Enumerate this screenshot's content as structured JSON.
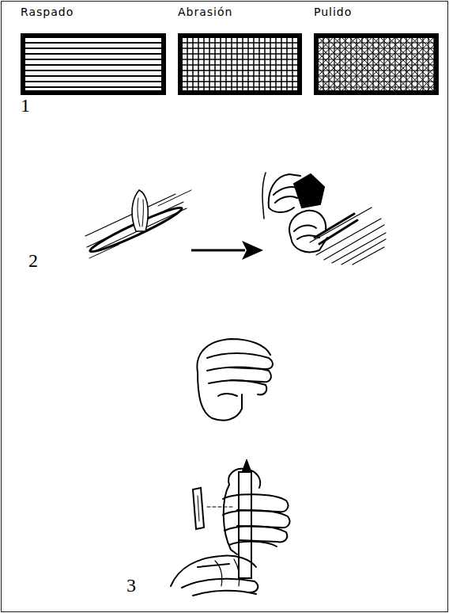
{
  "diagram": {
    "nodes": [
      {
        "text": [
          "Raspado"
        ]
      },
      {
        "text": [
          "Abrasión"
        ]
      },
      {
        "text": [
          "Pulido"
        ]
      }
    ],
    "labels": [
      "1",
      "2",
      "3"
    ]
  }
}
